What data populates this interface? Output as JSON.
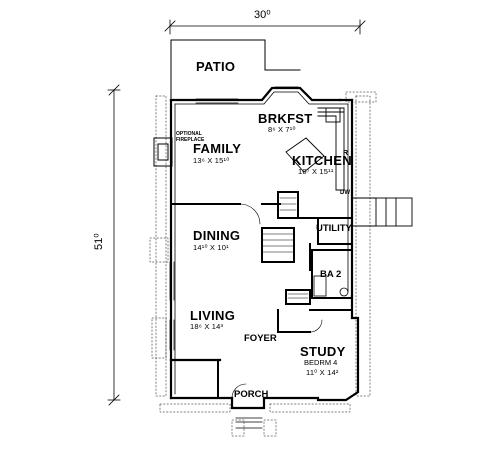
{
  "overall": {
    "width": "30⁰",
    "depth": "51⁰"
  },
  "rooms": {
    "patio": {
      "name": "PATIO"
    },
    "brkfst": {
      "name": "BRKFST",
      "size": "8⁶ X 7¹⁰"
    },
    "family": {
      "name": "FAMILY",
      "size": "13⁶ X 15¹⁰"
    },
    "kitchen": {
      "name": "KITCHEN",
      "size": "10⁷ X 15¹¹"
    },
    "fireplace": {
      "name": "OPTIONAL FIREPLACE"
    },
    "dining": {
      "name": "DINING",
      "size": "14¹⁰ X 10¹"
    },
    "utility": {
      "name": "UTILITY"
    },
    "bath": {
      "name": "BA 2"
    },
    "living": {
      "name": "LIVING",
      "size": "18⁶ X 14³"
    },
    "foyer": {
      "name": "FOYER"
    },
    "study": {
      "name": "STUDY",
      "alt": "BEDRM 4",
      "size": "11⁰ X 14²"
    },
    "porch": {
      "name": "PORCH"
    }
  },
  "fixtures": {
    "range": "R",
    "dishwasher": "DW"
  }
}
